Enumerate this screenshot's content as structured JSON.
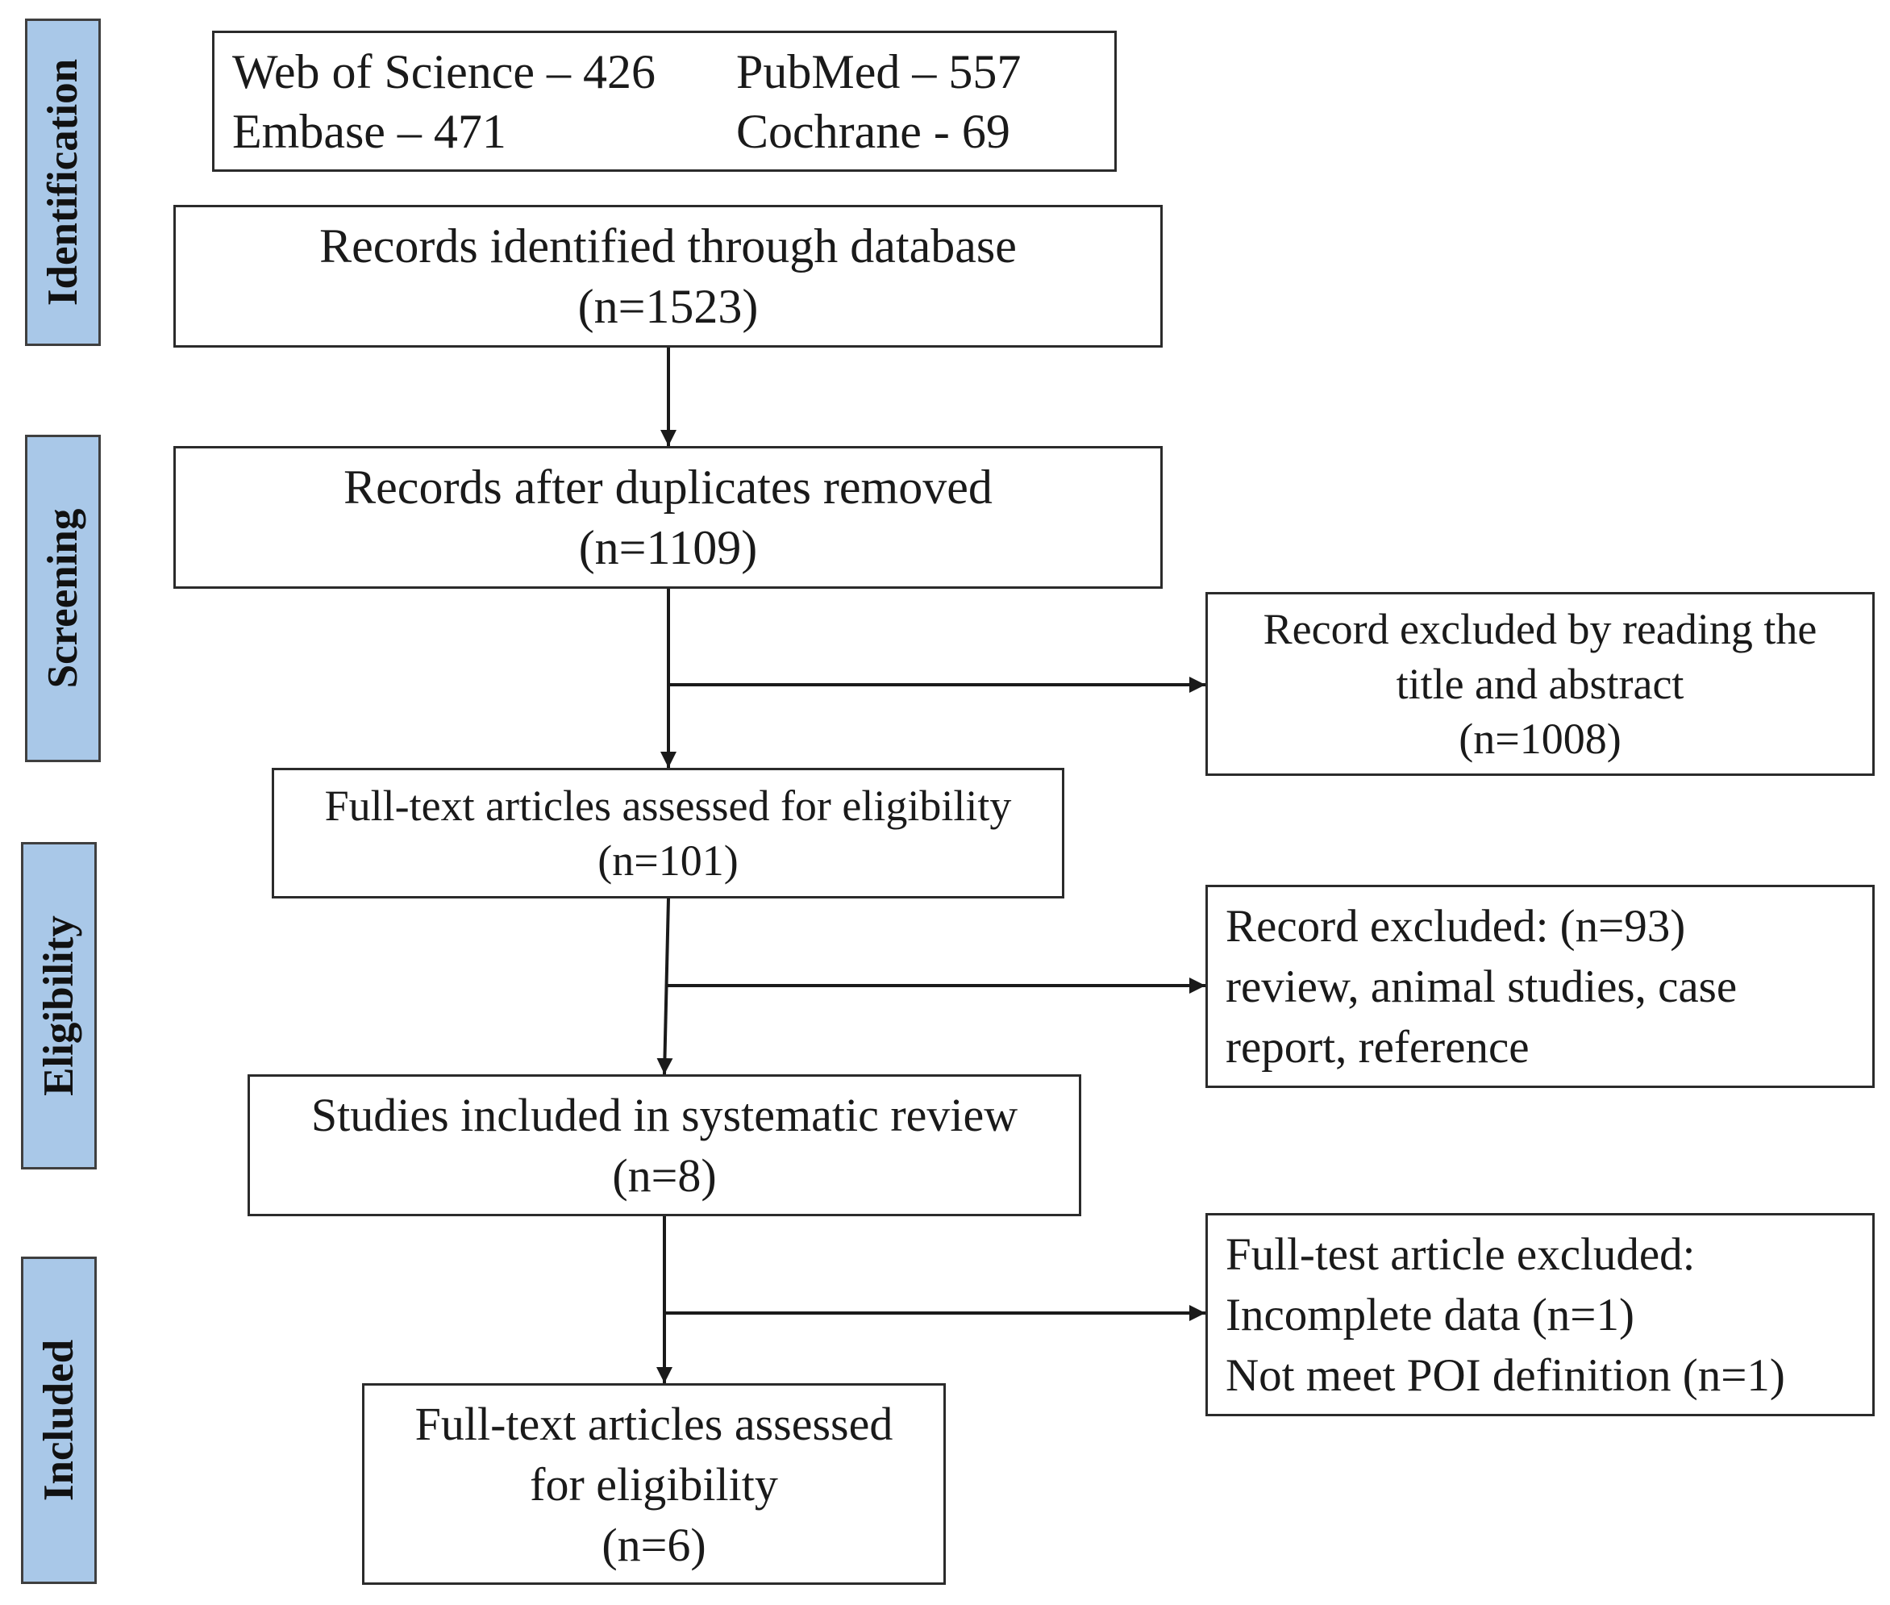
{
  "phases": {
    "identification": "Identification",
    "screening": "Screening",
    "eligibility": "Eligibility",
    "included": "Included"
  },
  "databases": {
    "web_of_science": "Web of Science – 426",
    "pubmed": "PubMed – 557",
    "embase": "Embase – 471",
    "cochrane": "Cochrane - 69"
  },
  "identified": {
    "label": "Records identified through database",
    "count": "(n=1523)"
  },
  "deduplicated": {
    "label": "Records after duplicates removed",
    "count": "(n=1109)"
  },
  "excluded_title_abstract": {
    "line1": "Record excluded by reading the",
    "line2": "title and abstract",
    "count": "(n=1008)"
  },
  "fulltext_assessed": {
    "label": "Full-text articles assessed for eligibility",
    "count": "(n=101)"
  },
  "excluded_records": {
    "line1": "Record excluded: (n=93)",
    "line2": "review, animal studies, case",
    "line3": "report, reference"
  },
  "systematic_review": {
    "label": "Studies included in systematic review",
    "count": "(n=8)"
  },
  "excluded_fulltext": {
    "line1": "Full-test article excluded:",
    "line2": "Incomplete data (n=1)",
    "line3": "Not meet POI definition (n=1)"
  },
  "final_included": {
    "line1": "Full-text articles assessed",
    "line2": "for eligibility",
    "count": "(n=6)"
  }
}
